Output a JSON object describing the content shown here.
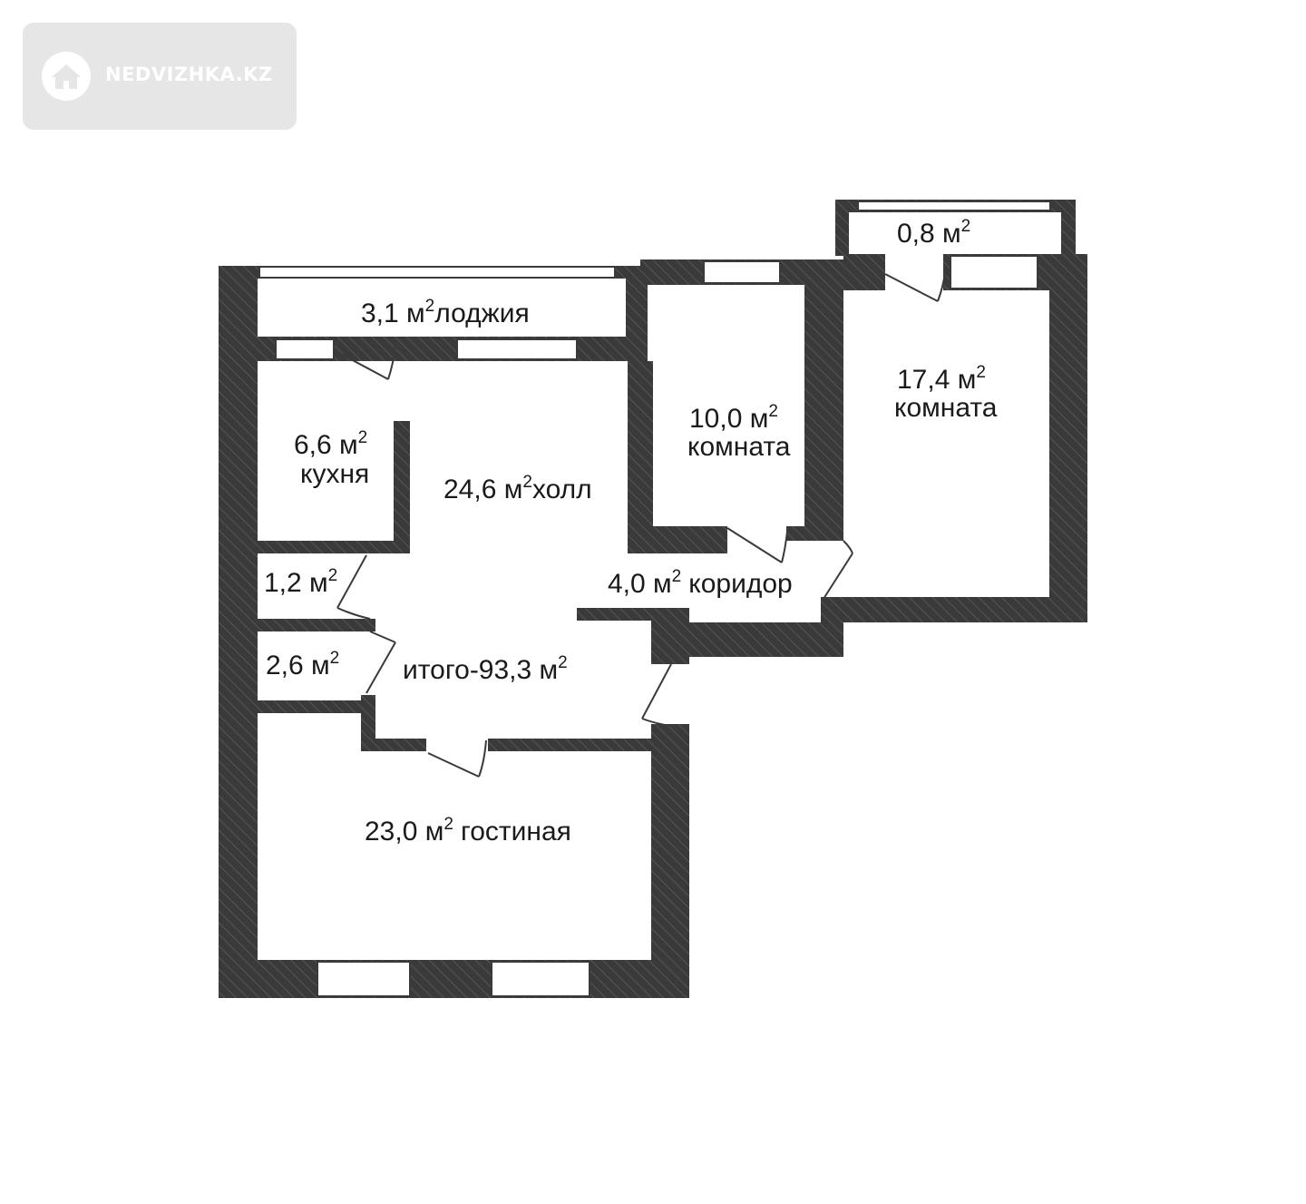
{
  "watermark": {
    "text": "NEDVIZHKA.KZ",
    "icon": "home-icon"
  },
  "rooms": [
    {
      "id": "loggia-1",
      "area": "3,1 м",
      "name": "лоджия"
    },
    {
      "id": "kitchen",
      "area": "6,6 м",
      "name": "кухня"
    },
    {
      "id": "hall",
      "area": "24,6 м",
      "name": "холл"
    },
    {
      "id": "room-10",
      "area": "10,0 м",
      "name": "комната"
    },
    {
      "id": "room-17",
      "area": "17,4 м",
      "name": "комната"
    },
    {
      "id": "balcony",
      "area": "0,8 м",
      "name": ""
    },
    {
      "id": "wc",
      "area": "1,2 м",
      "name": ""
    },
    {
      "id": "bath",
      "area": "2,6 м",
      "name": ""
    },
    {
      "id": "corridor",
      "area": "4,0 м",
      "name": "коридор"
    },
    {
      "id": "living",
      "area": "23,0 м",
      "name": "гостиная"
    }
  ],
  "sup": "2",
  "total": {
    "prefix": "итого-93,3 м"
  },
  "colors": {
    "wall": "#3a3a3a",
    "hatch": "#555555",
    "watermark_bg": "#e6e6e6",
    "window": "#ffffff"
  }
}
